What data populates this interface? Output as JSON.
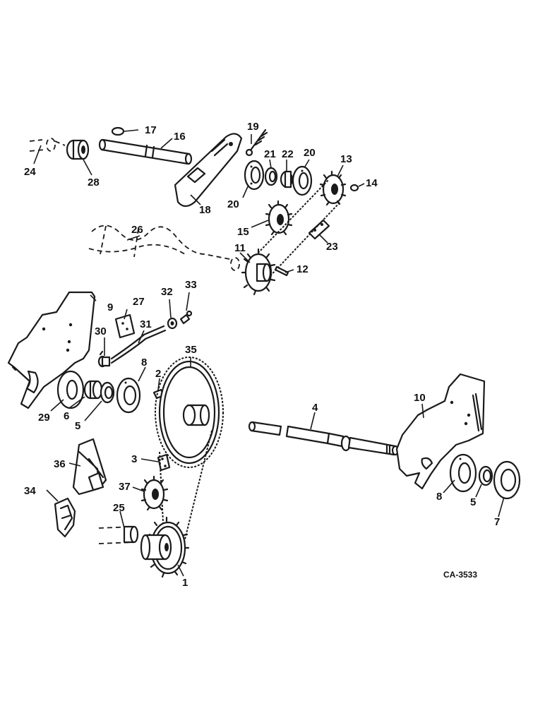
{
  "reference_code": "CA-3533",
  "callouts": {
    "c1": "1",
    "c2": "2",
    "c3": "3",
    "c4": "4",
    "c5a": "5",
    "c5b": "5",
    "c6": "6",
    "c7": "7",
    "c8a": "8",
    "c8b": "8",
    "c9": "9",
    "c10": "10",
    "c11": "11",
    "c12": "12",
    "c13": "13",
    "c14": "14",
    "c15": "15",
    "c16": "16",
    "c17": "17",
    "c18": "18",
    "c19": "19",
    "c20a": "20",
    "c20b": "20",
    "c21": "21",
    "c22": "22",
    "c23": "23",
    "c24": "24",
    "c25": "25",
    "c26": "26",
    "c27": "27",
    "c28": "28",
    "c29": "29",
    "c30": "30",
    "c31": "31",
    "c32": "32",
    "c33": "33",
    "c34": "34",
    "c35": "35",
    "c36": "36",
    "c37": "37"
  }
}
